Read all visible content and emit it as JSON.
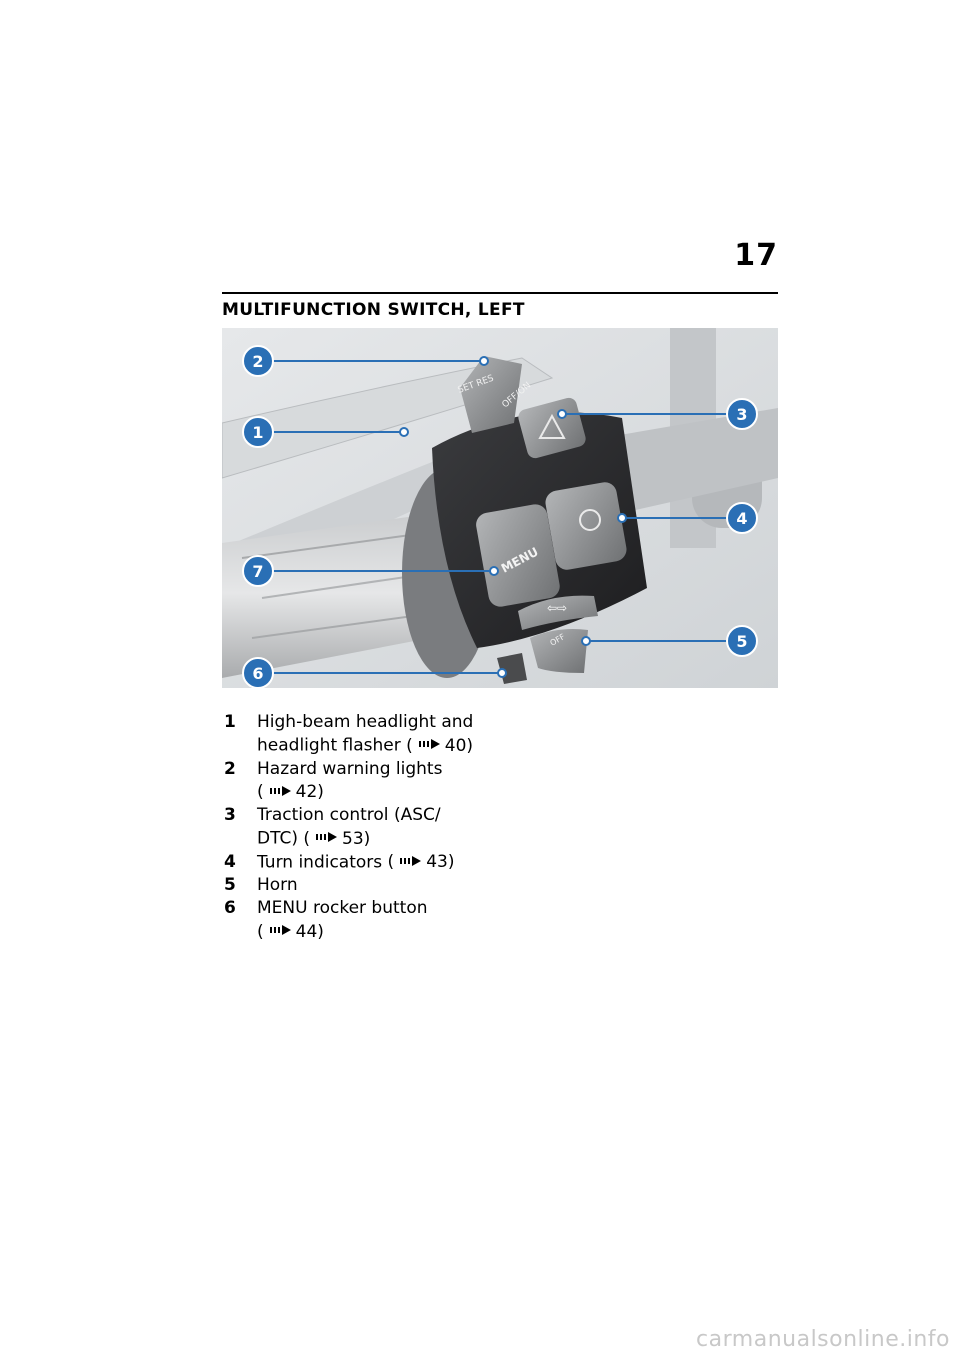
{
  "page": {
    "number": "17",
    "section_title": "MULTIFUNCTION SWITCH, LEFT"
  },
  "figure": {
    "callouts": [
      "1",
      "2",
      "3",
      "4",
      "5",
      "6",
      "7"
    ],
    "switch_labels": {
      "set_res": "SET RES",
      "off_on": "OFF/ON",
      "menu": "MENU",
      "off": "OFF"
    }
  },
  "legend": [
    {
      "num": "1",
      "lines": [
        "High-beam headlight and",
        "headlight flasher"
      ],
      "ref": "40)"
    },
    {
      "num": "2",
      "lines": [
        "Hazard warning lights"
      ],
      "ref": "42)"
    },
    {
      "num": "3",
      "lines": [
        "Traction control (ASC/",
        "DTC)"
      ],
      "ref": "53)"
    },
    {
      "num": "4",
      "lines": [
        "Turn indicators"
      ],
      "ref": "43)"
    },
    {
      "num": "5",
      "lines": [
        "Horn"
      ],
      "ref": ""
    },
    {
      "num": "6",
      "lines": [
        "MENU rocker button"
      ],
      "ref": "44)"
    }
  ],
  "watermark": "carmanualsonline.info",
  "colors": {
    "callout": "#2a6fb5",
    "switch_body": "#2b2b2d",
    "button": "#8c8e90"
  }
}
